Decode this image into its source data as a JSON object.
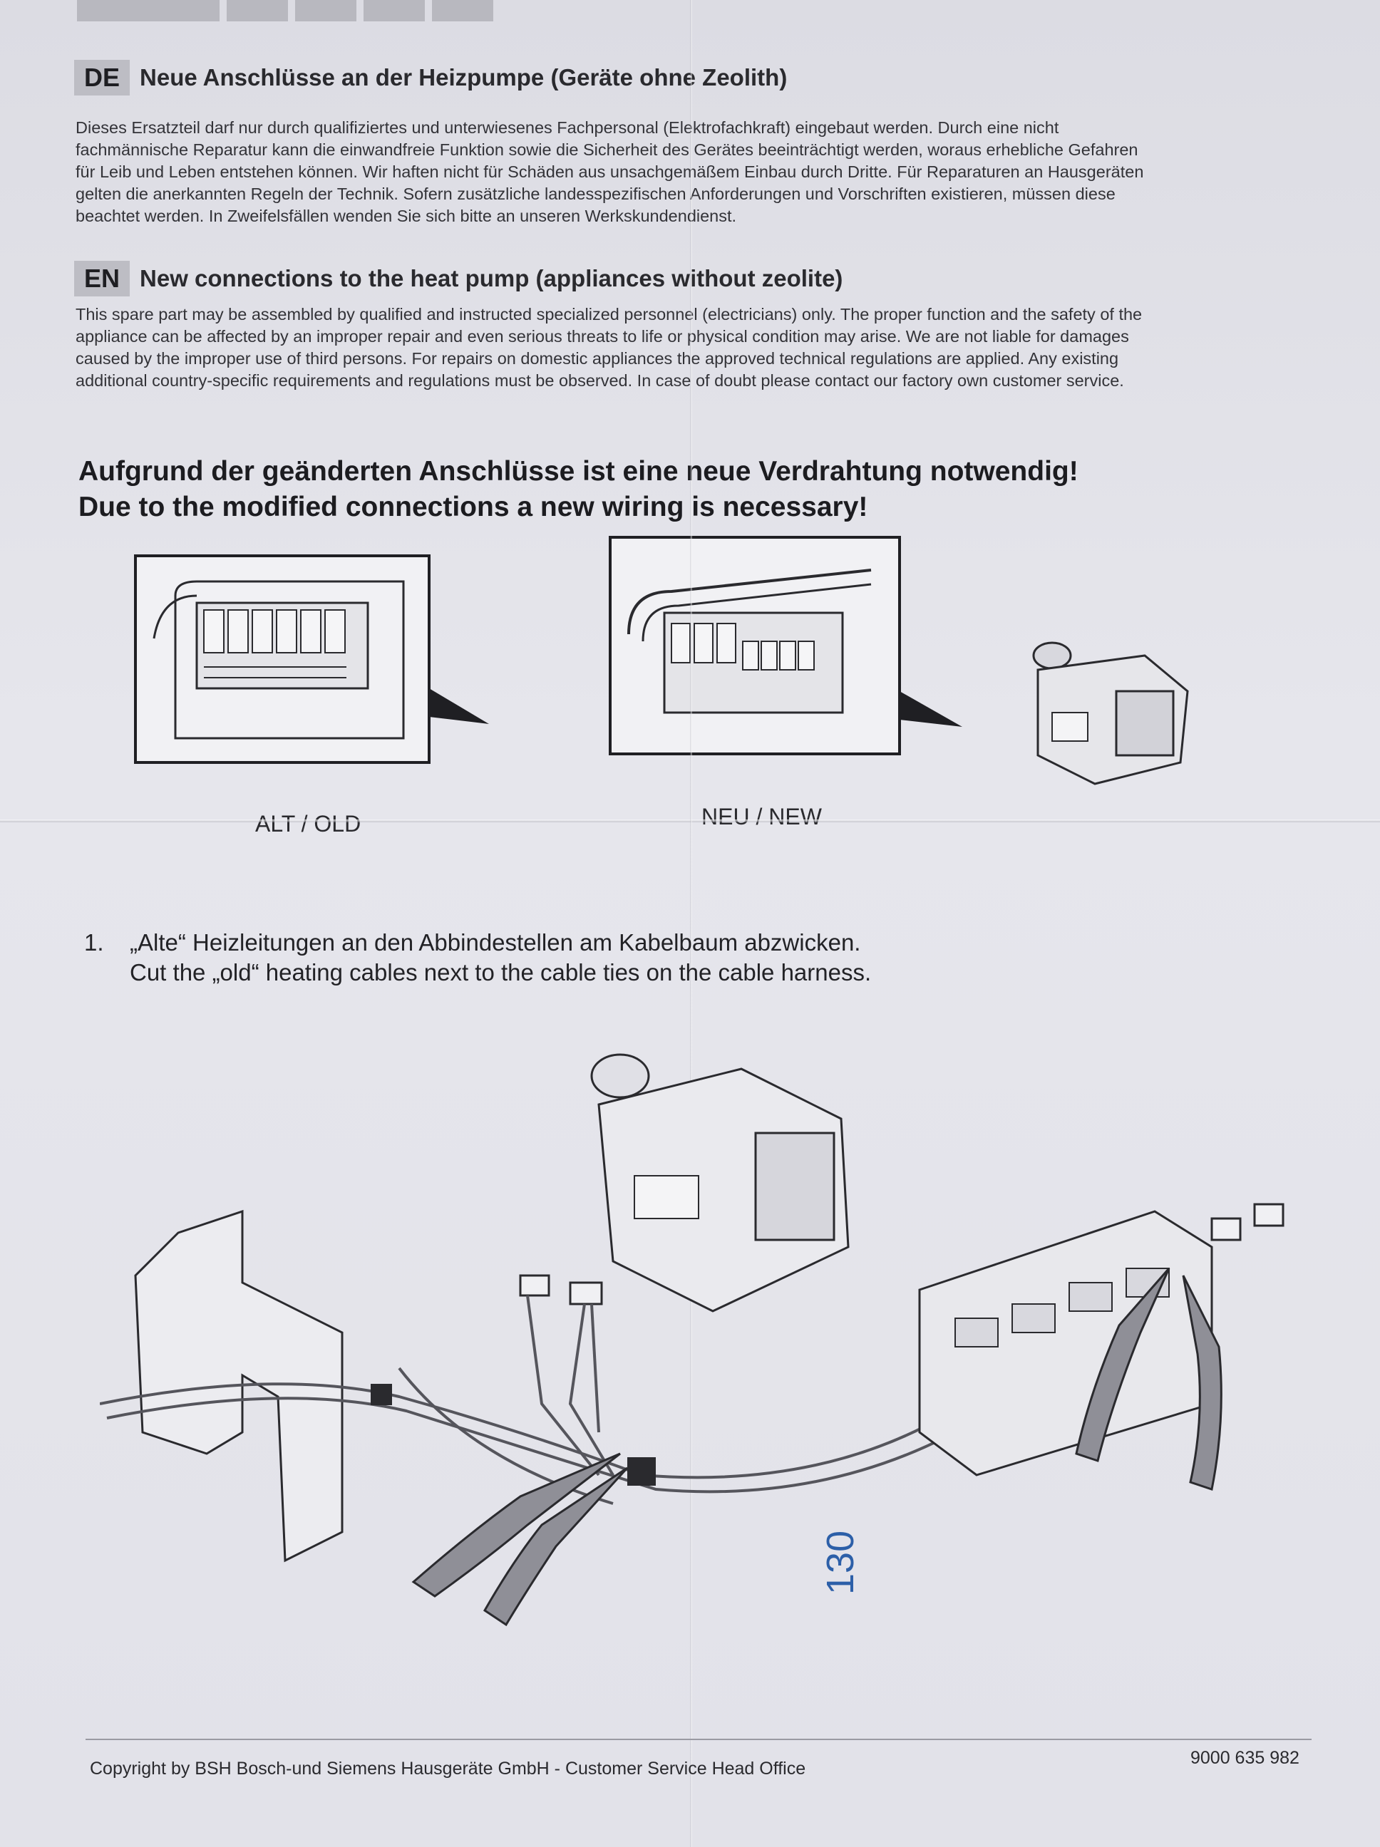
{
  "sections": [
    {
      "lang": "DE",
      "title": "Neue Anschlüsse an der Heizpumpe (Geräte ohne Zeolith)",
      "lines": [
        "Dieses Ersatzteil darf nur durch qualifiziertes und unterwiesenes Fachpersonal (Elektrofachkraft) eingebaut werden. Durch eine nicht",
        "fachmännische Reparatur kann die einwandfreie Funktion sowie die Sicherheit des Gerätes beeinträchtigt werden, woraus erhebliche Gefahren",
        "für Leib und Leben entstehen können. Wir haften nicht für Schäden aus unsachgemäßem Einbau durch Dritte. Für Reparaturen an Hausgeräten",
        "gelten die anerkannten Regeln der Technik. Sofern zusätzliche landesspezifischen Anforderungen und Vorschriften existieren, müssen diese",
        "beachtet werden. In Zweifelsfällen wenden Sie sich bitte an unseren Werkskundendienst."
      ]
    },
    {
      "lang": "EN",
      "title": "New connections to the heat pump (appliances without zeolite)",
      "lines": [
        "This spare part may be assembled by qualified and instructed specialized personnel (electricians) only. The proper function and the safety of the",
        "appliance can be affected by an improper repair and even serious threats to life or physical condition may arise. We are not liable for damages",
        "caused by the improper use of third persons. For repairs on domestic appliances the approved technical regulations are applied. Any existing",
        "additional country-specific requirements and regulations must be observed. In case of doubt please contact our factory own customer service."
      ]
    }
  ],
  "notice": {
    "de": "Aufgrund der geänderten Anschlüsse ist eine neue Verdrahtung notwendig!",
    "en": "Due to the modified connections a new wiring is necessary!"
  },
  "figures": {
    "old_caption": "ALT / OLD",
    "new_caption": "NEU / NEW"
  },
  "step1": {
    "number": "1.",
    "de": "„Alte“ Heizleitungen an den Abbindestellen am Kabelbaum abzwicken.",
    "en": "Cut the „old“ heating cables next to the cable ties on the cable harness."
  },
  "stamp": "130",
  "footer": {
    "copyright": "Copyright by BSH Bosch-und Siemens Hausgeräte GmbH - Customer Service Head Office",
    "doc_number": "9000 635 982"
  }
}
